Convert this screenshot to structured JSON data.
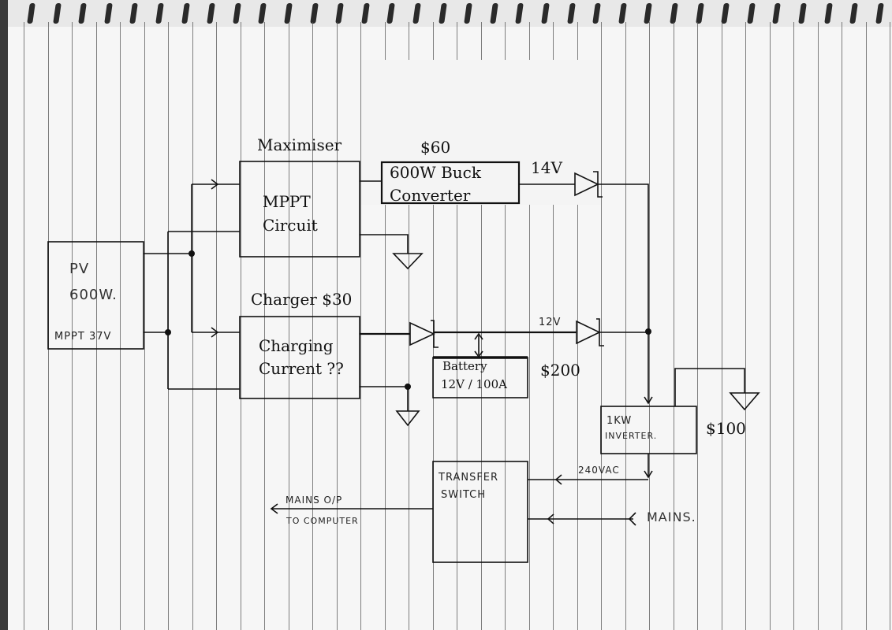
{
  "blocks": {
    "pv": {
      "line1": "PV",
      "line2": "600W.",
      "line3": "MPPT 37V"
    },
    "mppt": {
      "title": "Maximiser",
      "line1": "MPPT",
      "line2": "Circuit"
    },
    "buck": {
      "price": "$60",
      "line1": "600W Buck",
      "line2": "Converter"
    },
    "charger": {
      "title": "Charger $30",
      "line1": "Charging",
      "line2": "Current ??"
    },
    "battery": {
      "line1": "Battery",
      "line2": "12V / 100A",
      "price": "$200"
    },
    "inverter": {
      "line1": "1KW",
      "line2": "INVERTER.",
      "price": "$100"
    },
    "transfer": {
      "line1": "TRANSFER",
      "line2": "SWITCH"
    }
  },
  "labels": {
    "v14": "14V",
    "v12": "12V",
    "vac": "240VAC",
    "mains_in": "MAINS.",
    "mains_out_1": "MAINS O/P",
    "mains_out_2": "TO COMPUTER"
  },
  "colors": {
    "ink": "#111111",
    "rule": "#555555",
    "paper": "#f6f6f6"
  }
}
